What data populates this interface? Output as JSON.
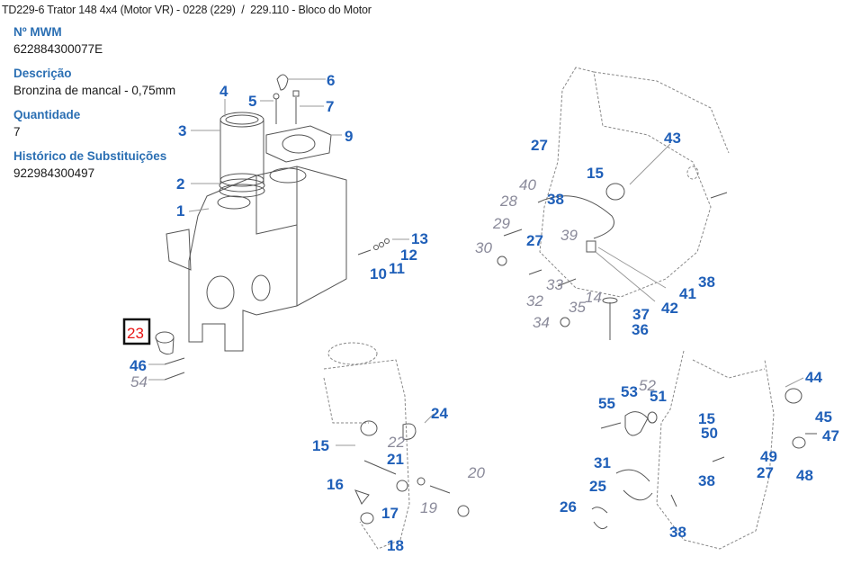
{
  "breadcrumb": {
    "model": "TD229-6 Trator 148 4x4 (Motor VR) - 0228 (229)",
    "separator": "/",
    "section": "229.110 - Bloco do Motor"
  },
  "details": {
    "mwm_label": "Nº MWM",
    "mwm_value": "622884300077E",
    "description_label": "Descrição",
    "description_value": "Bronzina de mancal - 0,75mm",
    "quantity_label": "Quantidade",
    "quantity_value": "7",
    "history_label": "Histórico de Substituições",
    "history_value": "922984300497"
  },
  "diagram": {
    "selected_part": "23",
    "highlight_color": "#e81414",
    "label_color": "#1f5fb8",
    "alt_label_color": "#8a8a9a",
    "callouts": {
      "c1": "1",
      "c2": "2",
      "c3": "3",
      "c4": "4",
      "c5": "5",
      "c6": "6",
      "c7": "7",
      "c9": "9",
      "c10": "10",
      "c11": "11",
      "c12": "12",
      "c13": "13",
      "c23": "23",
      "c46": "46",
      "c54": "54",
      "c27a": "27",
      "c43": "43",
      "c15a": "15",
      "c40": "40",
      "c28": "28",
      "c38a": "38",
      "c29": "29",
      "c30": "30",
      "c27b": "27",
      "c39": "39",
      "c32": "32",
      "c33": "33",
      "c14": "14",
      "c35": "35",
      "c34": "34",
      "c37": "37",
      "c36": "36",
      "c41": "41",
      "c42": "42",
      "c38b": "38",
      "c24": "24",
      "c15b": "15",
      "c22": "22",
      "c21": "21",
      "c16": "16",
      "c20": "20",
      "c19": "19",
      "c17": "17",
      "c18": "18",
      "c55": "55",
      "c53": "53",
      "c52": "52",
      "c51": "51",
      "c44": "44",
      "c15c": "15",
      "c50": "50",
      "c45": "45",
      "c47": "47",
      "c49": "49",
      "c27c": "27",
      "c48": "48",
      "c31": "31",
      "c25": "25",
      "c38c": "38",
      "c26": "26",
      "c38d": "38"
    }
  }
}
